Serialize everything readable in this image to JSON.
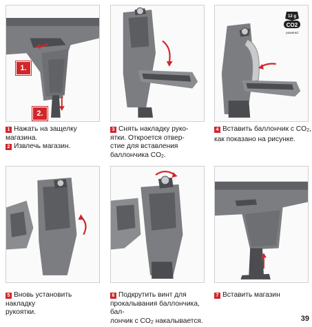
{
  "steps": [
    {
      "badges": [
        "1.",
        "2."
      ],
      "lines": [
        {
          "num": "1",
          "text": "Нажать на защелку"
        },
        {
          "num": "",
          "text": "магазина."
        },
        {
          "num": "2",
          "text": "Извлечь магазин."
        }
      ]
    },
    {
      "lines": [
        {
          "num": "3",
          "text": "Снять накладку руко-"
        },
        {
          "num": "",
          "text": "ятки. Откроется отвер-"
        },
        {
          "num": "",
          "text": "стие для вставления"
        },
        {
          "num": "",
          "text": "баллончика CO",
          "sub": "2",
          "tail": "."
        }
      ]
    },
    {
      "lines": [
        {
          "num": "4",
          "text": "Вставить баллончик с CO",
          "sub": "2",
          "tail": ","
        },
        {
          "num": "",
          "text": "как показано на рисунке."
        }
      ]
    },
    {
      "lines": [
        {
          "num": "5",
          "text": "Вновь установить накладку"
        },
        {
          "num": "",
          "text": "рукоятки."
        }
      ]
    },
    {
      "lines": [
        {
          "num": "6",
          "text": "Подкрутить винт для"
        },
        {
          "num": "",
          "text": "прокалывания баллончика, бал-"
        },
        {
          "num": "",
          "text": "лончик с CO",
          "sub": "2",
          "tail": " накалывается."
        }
      ]
    },
    {
      "lines": [
        {
          "num": "7",
          "text": "Вставить магазин"
        }
      ]
    }
  ],
  "co2_badge": {
    "top": "12 g",
    "middle": "CO2",
    "bottom": "powered"
  },
  "page_number": "39",
  "colors": {
    "accent": "#d1262a",
    "gun_body": "#7b7d80",
    "gun_dark": "#4a4c4f",
    "gun_light": "#a3a5a8"
  }
}
